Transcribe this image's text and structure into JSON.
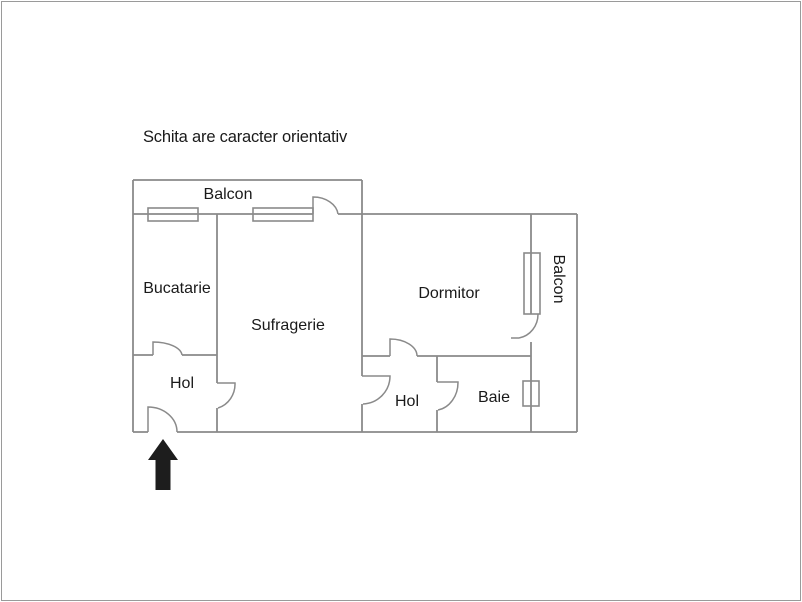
{
  "theme": {
    "background": "#ffffff",
    "frame_border": "#9a9a9a",
    "wall_color": "#8a8a8a",
    "text_color": "#1a1a1a",
    "arrow_color": "#1d1d1d"
  },
  "floor_plan": {
    "disclaimer": "Schita are caracter orientativ",
    "labels": {
      "balcony_top": "Balcon",
      "kitchen": "Bucatarie",
      "living_room": "Sufragerie",
      "bedroom": "Dormitor",
      "hall_main": "Hol",
      "hall_small": "Hol",
      "bathroom": "Baie",
      "balcony_right": "Balcon"
    },
    "icons": {
      "entrance_arrow": "entrance-arrow-up-icon",
      "windows": "window-icon",
      "doors": "door-swing-arc-icon"
    }
  }
}
